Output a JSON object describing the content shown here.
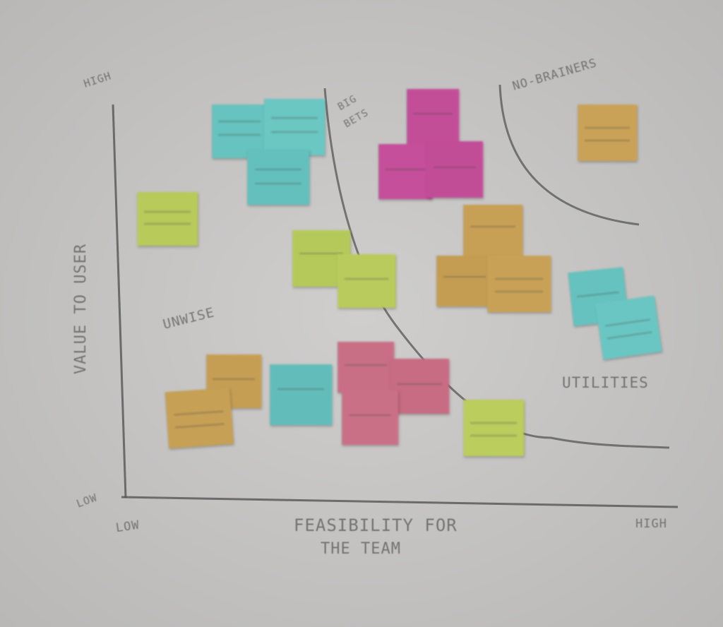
{
  "board": {
    "axis_labels": {
      "y_high": "HIGH",
      "y_axis": "VALUE TO USER",
      "y_low": "LOW",
      "x_low": "LOW",
      "x_axis_line1": "FEASIBILITY FOR",
      "x_axis_line2": "THE TEAM",
      "x_high": "HIGH"
    },
    "zone_labels": {
      "top_middle_line1": "BIG",
      "top_middle_line2": "BETS",
      "top_right": "NO-BRAINERS",
      "bottom_left": "UNWISE",
      "bottom_right": "UTILITIES"
    },
    "note_colors": {
      "cyan": "#5fc6c2",
      "magenta": "#c54f9a",
      "yellow_green": "#b7cc59",
      "orange": "#c7a055",
      "pink": "#c96f85"
    }
  }
}
